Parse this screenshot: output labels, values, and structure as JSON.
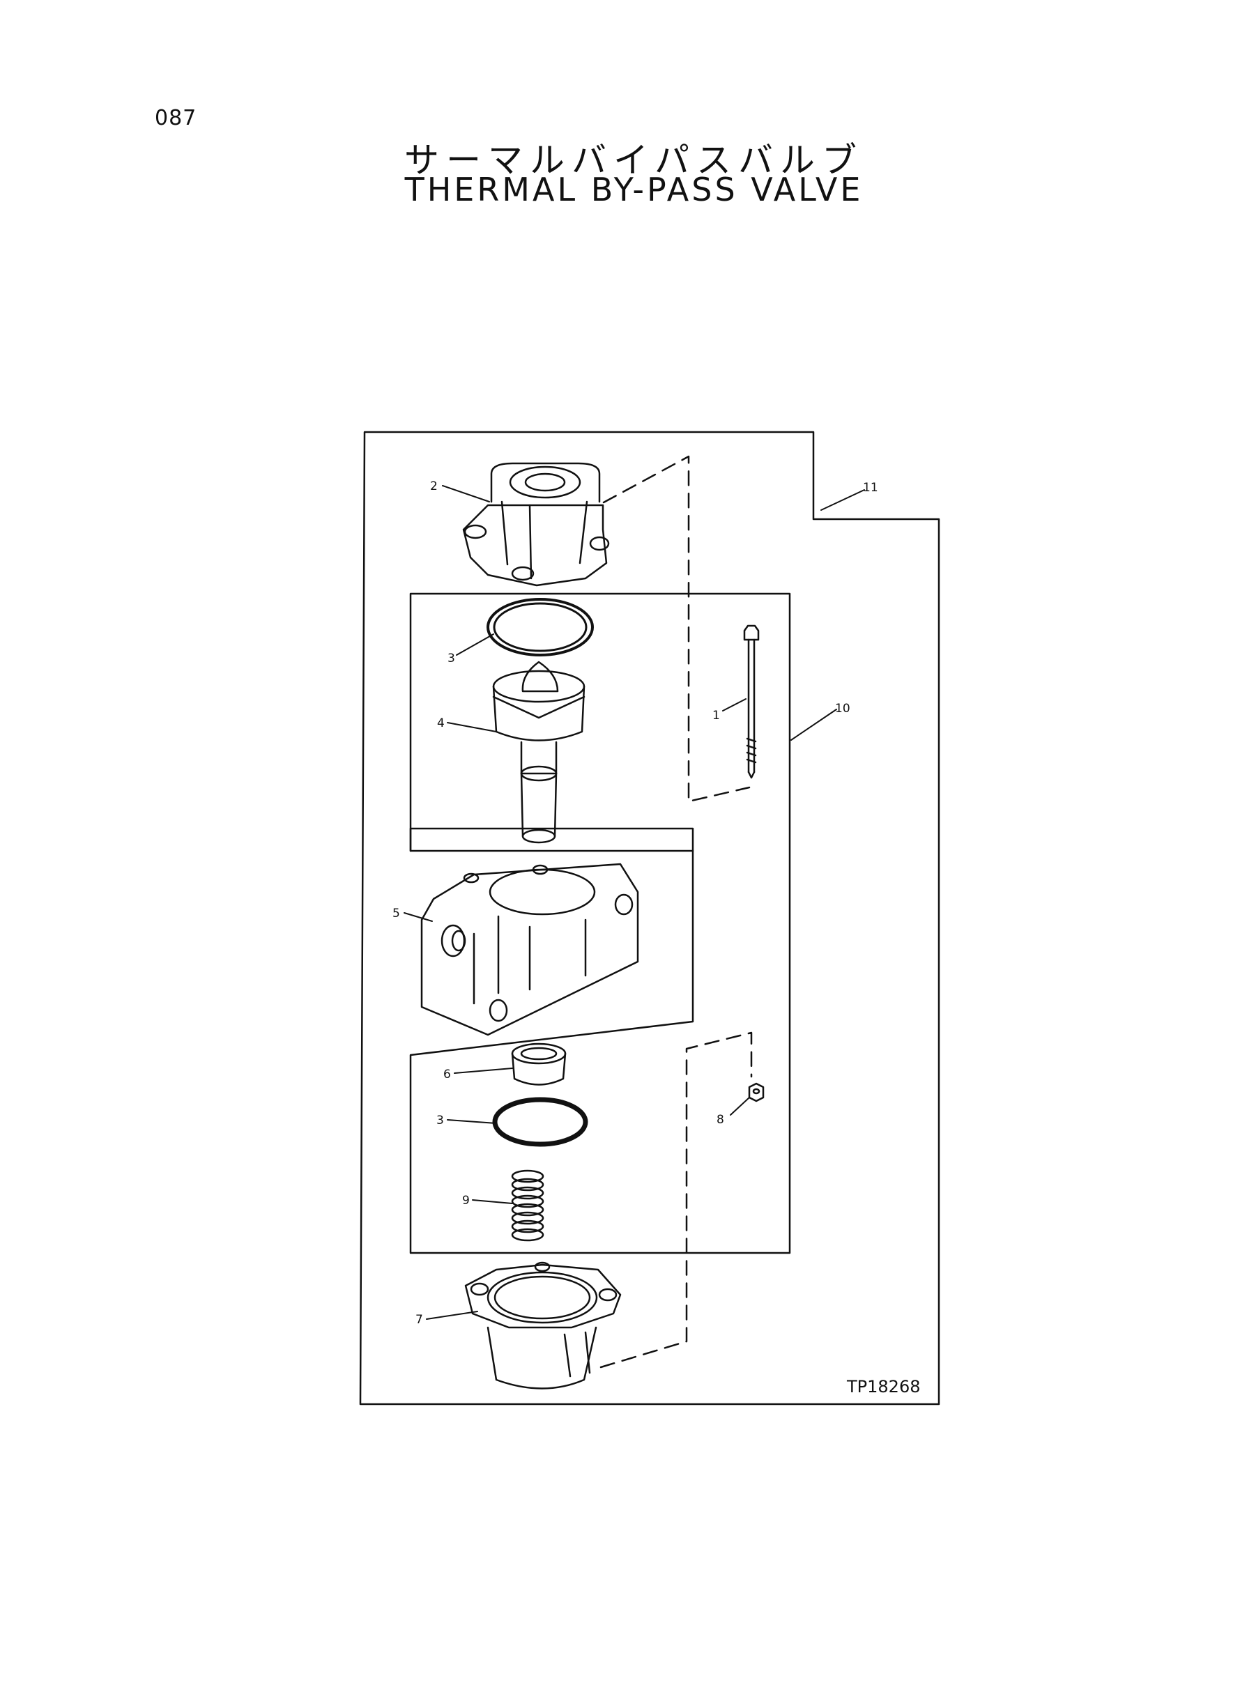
{
  "page": {
    "number": "087",
    "title_jp": "サーマルバイパスバルブ",
    "title_en": "THERMAL BY-PASS VALVE"
  },
  "figure": {
    "reference": "TP18268",
    "callouts": [
      "1",
      "2",
      "3",
      "4",
      "5",
      "6",
      "3",
      "8",
      "9",
      "7",
      "10",
      "11"
    ]
  }
}
